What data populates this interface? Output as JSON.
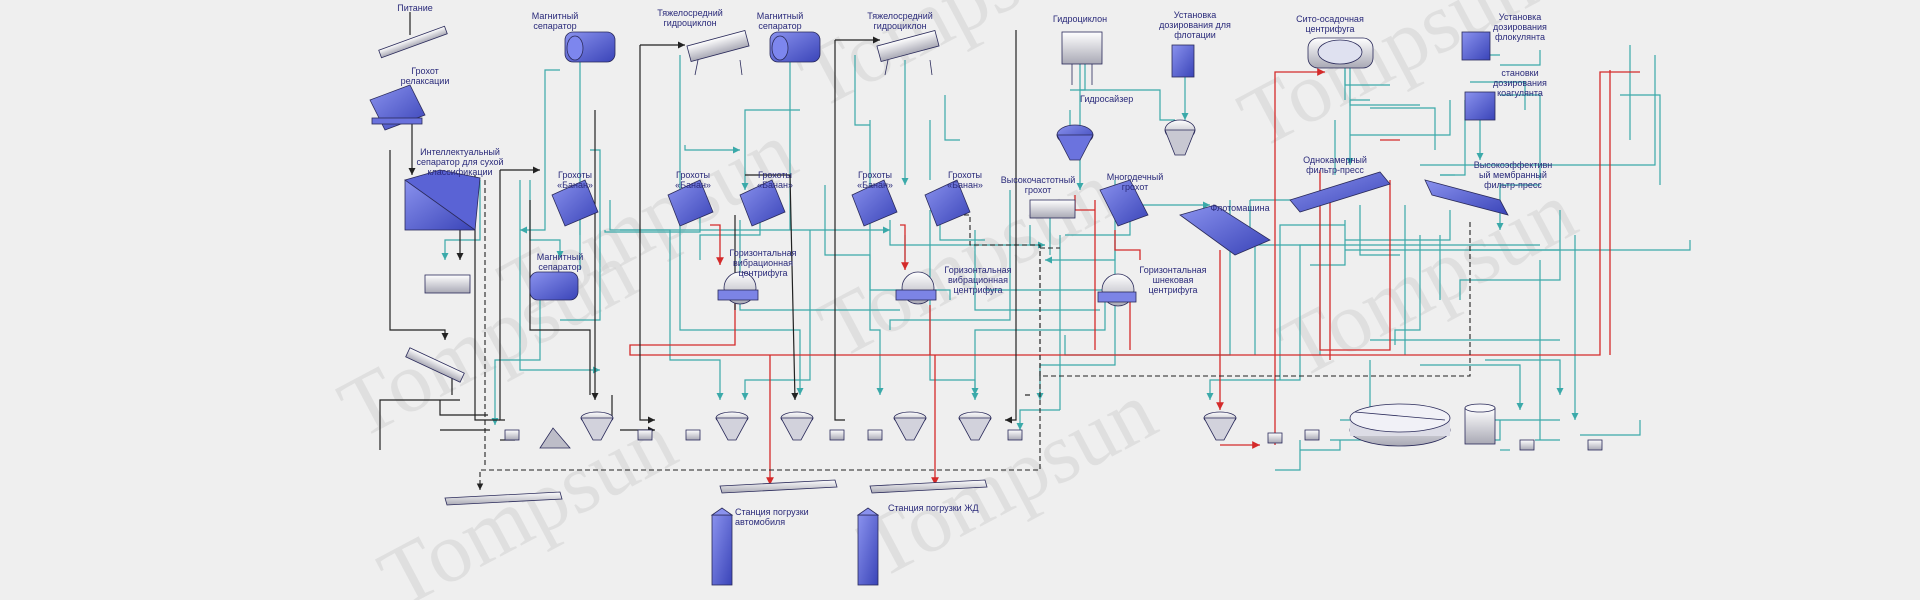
{
  "watermark": "Tompsun",
  "labels": {
    "feed": "Питание",
    "relax_screen": "Грохот\nрелаксации",
    "smart_separator": "Интеллектуальный\nсепаратор для сухой\nклассификации",
    "mag_sep_1": "Магнитный\nсепаратор",
    "dm_cyclone_1": "Тяжелосредний\nгидроциклон",
    "mag_sep_2": "Магнитный\nсепаратор",
    "dm_cyclone_2": "Тяжелосредний\nгидроциклон",
    "hydrocyclone": "Гидроциклон",
    "flot_dosing": "Установка\nдозирования для\nфлотации",
    "sieve_centrifuge": "Сито-осадочная\nцентрифуга",
    "flocculant_dosing": "Установка\nдозирования\nфлокулянта",
    "coagulant_dosing": "становки\nдозирования\nкоагулянта",
    "banana_1": "Грохоты\n«Банан»",
    "banana_2": "Грохоты\n«Банан»",
    "banana_3": "Грохоты\n«Банан»",
    "banana_4": "Грохоты\n«Банан»",
    "banana_5": "Грохоты\n«Банан»",
    "hydrosizer": "Гидросайзер",
    "hf_screen": "Высокочастотный\nгрохот",
    "multi_screen": "Многодечный\nгрохот",
    "flotation": "Флотомашина",
    "single_press": "Однокамерный\nфильтр-пресс",
    "membrane_press": "Высокоэффективн\nый мембранный\nфильтр-пресс",
    "mag_sep_3": "Магнитный\nсепаратор",
    "hvc_1": "Горизонтальная\nвибрационная\nцентрифуга",
    "hvc_2": "Горизонтальная\nвибрационная\nцентрифуга",
    "hsc": "Горизонтальная\nшнековая\nцентрифуга",
    "car_station": "Станция погрузки\nавтомобиля",
    "rail_station": "Станция погрузки ЖД"
  },
  "colors": {
    "teal_line": "#3aa9a9",
    "red_line": "#d42a2a",
    "black_line": "#222222",
    "equipment_blue": "#4a55c8",
    "label_text": "#2a2a7a",
    "background": "#efefef"
  },
  "equipment_icons": [
    "conveyor-icon",
    "vibrating-screen-icon",
    "dry-separator-icon",
    "feeder-icon",
    "magnetic-separator-icon",
    "cyclone-icon",
    "dosing-unit-icon",
    "centrifuge-icon",
    "banana-screen-icon",
    "hydrosizer-icon",
    "flotation-machine-icon",
    "filter-press-icon",
    "thickener-icon",
    "tank-icon",
    "hopper-icon",
    "pump-icon",
    "loading-silo-icon"
  ]
}
